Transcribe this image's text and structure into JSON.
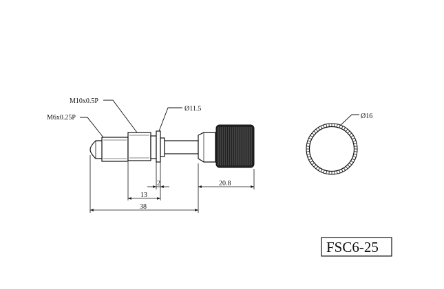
{
  "callouts": {
    "thread_major": "M10x0.5P",
    "thread_minor": "M6x0.25P",
    "flange_diameter": "Ø11.5",
    "knob_diameter": "Ø16"
  },
  "dimensions": {
    "collar_width": "2",
    "body_length": "13",
    "overall_length": "38",
    "knob_length": "20.8"
  },
  "part_number": "FSC6-25"
}
